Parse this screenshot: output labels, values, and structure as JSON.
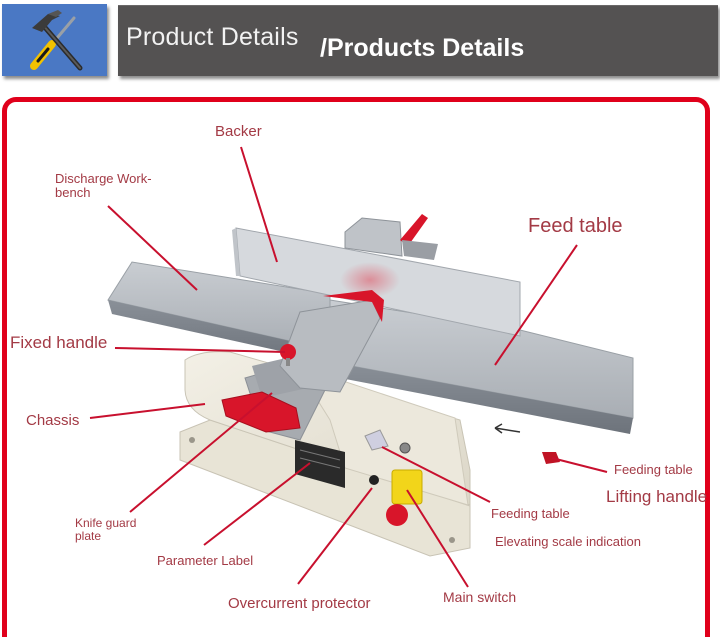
{
  "header": {
    "icon": "hammer-screwdriver-icon",
    "title": "Product Details",
    "subtitle": "/Products Details",
    "icon_bg_color": "#4a78c4",
    "bar_color": "#545252"
  },
  "frame": {
    "border_color": "#e0001b"
  },
  "diagram": {
    "subject": "benchtop jointer / planer",
    "label_color": "#a33a45",
    "leader_color": "#c8102e",
    "labels": {
      "backer": "Backer",
      "discharge_workbench_line1": "Discharge Work-",
      "discharge_workbench_line2": "bench",
      "feed_table": "Feed table",
      "fixed_handle": "Fixed handle",
      "chassis": "Chassis",
      "knife_guard_line1": "Knife guard",
      "knife_guard_line2": "plate",
      "parameter_label": "Parameter Label",
      "overcurrent_protector": "Overcurrent protector",
      "main_switch": "Main switch",
      "feeding_table_scale": "Feeding table",
      "elevating_scale": "Elevating scale indication",
      "feeding_table_lift": "Feeding table",
      "lifting_handle": "Lifting handle"
    }
  }
}
